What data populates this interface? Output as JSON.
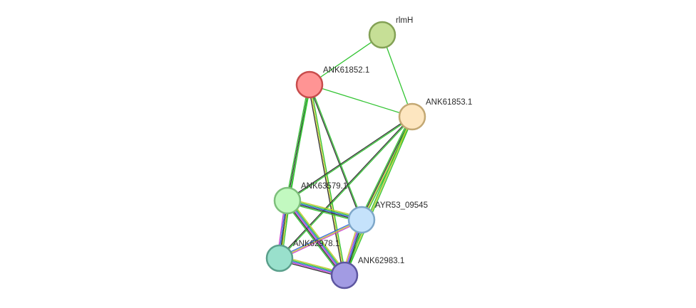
{
  "network": {
    "nodes": [
      {
        "id": "rlmH",
        "label": "rlmH",
        "fill": "#c6df96",
        "stroke": "#83a155"
      },
      {
        "id": "ANK61852.1",
        "label": "ANK61852.1",
        "fill": "#ff9494",
        "stroke": "#c84c4c"
      },
      {
        "id": "ANK61853.1",
        "label": "ANK61853.1",
        "fill": "#fde6c0",
        "stroke": "#c3a873"
      },
      {
        "id": "ANK63579.1",
        "label": "ANK63579.1",
        "fill": "#c2f9c0",
        "stroke": "#7dbf7b"
      },
      {
        "id": "AYR53_09545",
        "label": "AYR53_09545",
        "fill": "#c5e2fb",
        "stroke": "#7ea7c9"
      },
      {
        "id": "ANK62978.1",
        "label": "ANK62978.1",
        "fill": "#99e0cc",
        "stroke": "#5a9f8b"
      },
      {
        "id": "ANK62983.1",
        "label": "ANK62983.1",
        "fill": "#a29be3",
        "stroke": "#5d56a0"
      }
    ],
    "edges": [
      {
        "source": "rlmH",
        "target": "ANK61852.1",
        "colors": [
          "#33c433"
        ]
      },
      {
        "source": "rlmH",
        "target": "ANK61853.1",
        "colors": [
          "#33c433"
        ]
      },
      {
        "source": "ANK61852.1",
        "target": "ANK61853.1",
        "colors": [
          "#33c433"
        ]
      },
      {
        "source": "ANK61852.1",
        "target": "ANK63579.1",
        "colors": [
          "#33c433",
          "#333333",
          "#33c433"
        ]
      },
      {
        "source": "ANK61852.1",
        "target": "AYR53_09545",
        "colors": [
          "#33c433",
          "#333333"
        ]
      },
      {
        "source": "ANK61852.1",
        "target": "ANK62983.1",
        "colors": [
          "#33c433",
          "#c8c832",
          "#333333"
        ]
      },
      {
        "source": "ANK61852.1",
        "target": "ANK62978.1",
        "colors": [
          "#33c433"
        ]
      },
      {
        "source": "ANK61853.1",
        "target": "ANK63579.1",
        "colors": [
          "#33c433",
          "#333333"
        ]
      },
      {
        "source": "ANK61853.1",
        "target": "AYR53_09545",
        "colors": [
          "#33c433",
          "#c8c832",
          "#333333",
          "#33c433"
        ]
      },
      {
        "source": "ANK61853.1",
        "target": "ANK62978.1",
        "colors": [
          "#33c433",
          "#333333"
        ]
      },
      {
        "source": "ANK61853.1",
        "target": "ANK62983.1",
        "colors": [
          "#33c433",
          "#c8c832",
          "#33c433"
        ]
      },
      {
        "source": "ANK63579.1",
        "target": "AYR53_09545",
        "colors": [
          "#c8c832",
          "#33c433",
          "#3366e6",
          "#333333",
          "#33c433"
        ]
      },
      {
        "source": "ANK63579.1",
        "target": "ANK62978.1",
        "colors": [
          "#33c433",
          "#c8c832",
          "#333333",
          "#3366e6",
          "#cc44cc"
        ]
      },
      {
        "source": "ANK63579.1",
        "target": "ANK62983.1",
        "colors": [
          "#c8c832",
          "#33c433",
          "#3366e6",
          "#cc44cc",
          "#333333",
          "#33c433"
        ]
      },
      {
        "source": "AYR53_09545",
        "target": "ANK62978.1",
        "colors": [
          "#cc44cc",
          "#c8c832",
          "#3366e6"
        ]
      },
      {
        "source": "AYR53_09545",
        "target": "ANK62983.1",
        "colors": [
          "#33c433",
          "#333333",
          "#3366e6",
          "#cc44cc",
          "#c8c832"
        ]
      },
      {
        "source": "ANK62978.1",
        "target": "ANK62983.1",
        "colors": [
          "#c8c832",
          "#33c433",
          "#3366e6",
          "#cc44cc",
          "#333333"
        ]
      }
    ]
  }
}
